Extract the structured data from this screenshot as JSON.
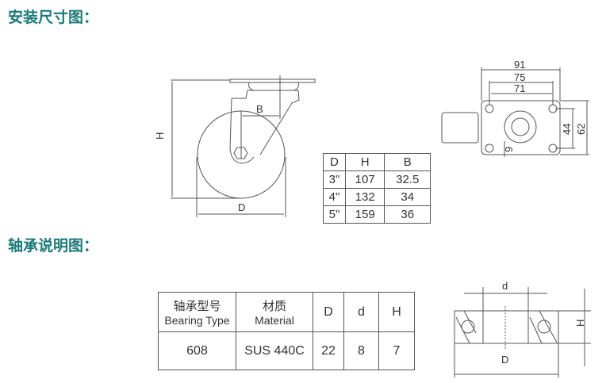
{
  "sections": {
    "install_title": "安装尺寸图：",
    "bearing_title": "轴承说明图："
  },
  "caster_diagram": {
    "h_label": "H",
    "d_label": "D",
    "b_label": "B"
  },
  "size_table": {
    "headers": [
      "D",
      "H",
      "B"
    ],
    "rows": [
      [
        "3\"",
        "107",
        "32.5"
      ],
      [
        "4\"",
        "132",
        "34"
      ],
      [
        "5\"",
        "159",
        "36"
      ]
    ]
  },
  "plate_diagram": {
    "dim_91": "91",
    "dim_75": "75",
    "dim_71": "71",
    "dim_44": "44",
    "dim_62": "62",
    "dim_9": "9"
  },
  "bearing_table": {
    "headers": [
      {
        "zh": "轴承型号",
        "en": "Bearing Type"
      },
      {
        "zh": "材质",
        "en": "Material"
      },
      {
        "en": "D"
      },
      {
        "en": "d"
      },
      {
        "en": "H"
      }
    ],
    "row": [
      "608",
      "SUS 440C",
      "22",
      "8",
      "7"
    ]
  },
  "bearing_diagram": {
    "d_label": "d",
    "D_label": "D",
    "H_label": "H"
  },
  "colors": {
    "title": "#1b7a78",
    "line": "#555555"
  }
}
